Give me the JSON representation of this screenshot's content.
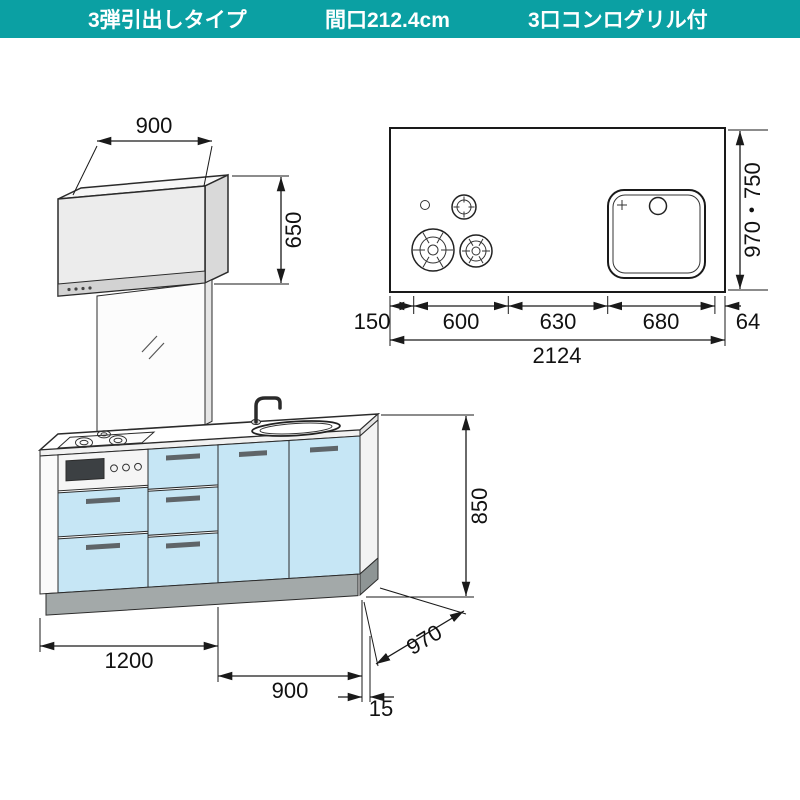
{
  "header": {
    "type_label": "3弾引出しタイプ",
    "width_label": "間口212.4cm",
    "stove_label": "3口コンログリル付"
  },
  "plan": {
    "depth_label": "970・750",
    "segments": [
      "150",
      "600",
      "630",
      "680"
    ],
    "edge_label": "64",
    "total_label": "2124"
  },
  "elevation": {
    "hood_width": "900",
    "hood_height": "650",
    "counter_height": "850",
    "left_width": "1200",
    "right_width": "900",
    "end_panel": "15",
    "depth": "970"
  },
  "colors": {
    "header_bg": "#0ba0a3",
    "cabinet_blue": "#c6e6f5",
    "toe_kick_gray": "#a3a9a9",
    "line": "#1a1a1a"
  }
}
